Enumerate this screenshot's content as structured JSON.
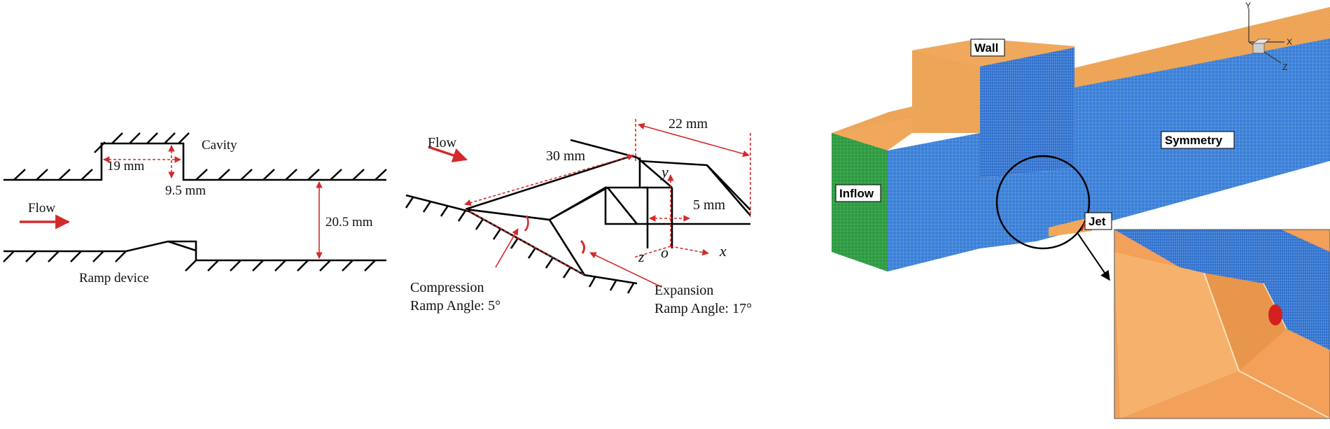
{
  "panel_left": {
    "cavity_label": "Cavity",
    "cavity_length": "19 mm",
    "cavity_depth": "9.5 mm",
    "channel_height": "20.5 mm",
    "flow_label": "Flow",
    "ramp_label": "Ramp device"
  },
  "panel_middle": {
    "flow_label": "Flow",
    "length_30": "30 mm",
    "length_22": "22 mm",
    "height_5": "5 mm",
    "axis_y": "y",
    "axis_o": "o",
    "axis_z": "z",
    "axis_x": "x",
    "compression_line1": "Compression",
    "compression_line2": "Ramp Angle: 5°",
    "expansion_line1": "Expansion",
    "expansion_line2": "Ramp Angle: 17°"
  },
  "panel_right": {
    "wall_label": "Wall",
    "symmetry_label": "Symmetry",
    "inflow_label": "Inflow",
    "jet_label": "Jet",
    "axis_y": "Y",
    "axis_x": "X",
    "axis_z": "Z"
  },
  "colors": {
    "dimension_red": "#d42a2a",
    "wall_orange": "#f0a95c",
    "mesh_blue": "#3b7fd6",
    "inflow_green": "#2e9a42"
  }
}
